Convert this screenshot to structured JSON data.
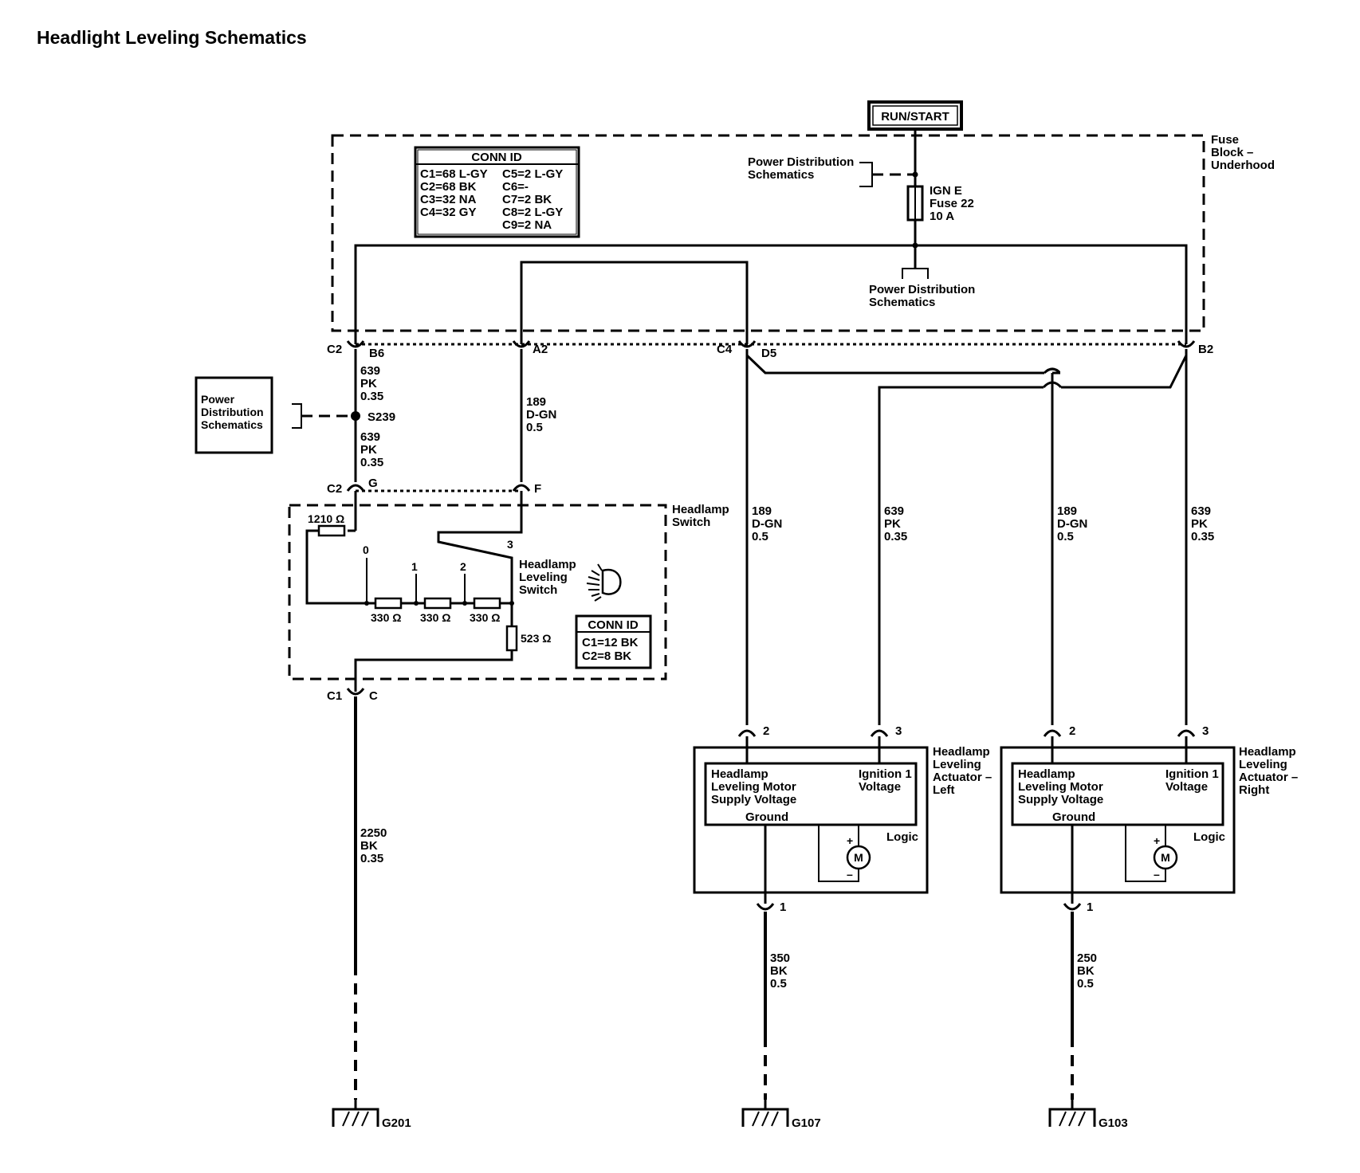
{
  "title": "Headlight Leveling Schematics",
  "run_start": "RUN/START",
  "fuse_block": {
    "line1": "Fuse",
    "line2": "Block –",
    "line3": "Underhood"
  },
  "conn_id_top": {
    "header": "CONN ID",
    "rows": [
      [
        "C1=68 L-GY",
        "C5=2 L-GY"
      ],
      [
        "C2=68 BK",
        "C6=-"
      ],
      [
        "C3=32 NA",
        "C7=2 BK"
      ],
      [
        "C4=32 GY",
        "C8=2 L-GY"
      ],
      [
        "",
        "C9=2 NA"
      ]
    ]
  },
  "power_dist_1": {
    "line1": "Power Distribution",
    "line2": "Schematics"
  },
  "power_dist_2": {
    "line1": "Power Distribution",
    "line2": "Schematics"
  },
  "power_dist_left": {
    "line1": "Power",
    "line2": "Distribution",
    "line3": "Schematics"
  },
  "fuse": {
    "line1": "IGN E",
    "line2": "Fuse 22",
    "line3": "10 A"
  },
  "connectors": {
    "c2": "C2",
    "b6": "B6",
    "a2": "A2",
    "c4": "C4",
    "d5": "D5",
    "b2": "B2",
    "c2b": "C2",
    "g": "G",
    "f": "F",
    "c1": "C1",
    "c": "C"
  },
  "splice": "S239",
  "wires": {
    "w639a": [
      "639",
      "PK",
      "0.35"
    ],
    "w639b": [
      "639",
      "PK",
      "0.35"
    ],
    "w189a": [
      "189",
      "D-GN",
      "0.5"
    ],
    "w189b": [
      "189",
      "D-GN",
      "0.5"
    ],
    "w639c": [
      "639",
      "PK",
      "0.35"
    ],
    "w189c": [
      "189",
      "D-GN",
      "0.5"
    ],
    "w639d": [
      "639",
      "PK",
      "0.35"
    ],
    "w2250": [
      "2250",
      "BK",
      "0.35"
    ],
    "w350": [
      "350",
      "BK",
      "0.5"
    ],
    "w250": [
      "250",
      "BK",
      "0.5"
    ]
  },
  "headlamp_switch": {
    "label1": "Headlamp",
    "label2": "Switch",
    "leveling1": "Headlamp",
    "leveling2": "Leveling",
    "leveling3": "Switch",
    "r1210": "1210 Ω",
    "r330a": "330 Ω",
    "r330b": "330 Ω",
    "r330c": "330 Ω",
    "r523": "523 Ω",
    "pos0": "0",
    "pos1": "1",
    "pos2": "2",
    "pos3": "3",
    "conn_header": "CONN ID",
    "conn_c1": "C1=12 BK",
    "conn_c2": "C2=8 BK"
  },
  "actuator_left": {
    "label1": "Headlamp",
    "label2": "Leveling",
    "label3": "Actuator –",
    "label4": "Left",
    "pin2": "2",
    "pin3": "3",
    "pin1": "1",
    "motor1": "Headlamp",
    "motor2": "Leveling Motor",
    "motor3": "Supply Voltage",
    "ign1": "Ignition 1",
    "ign2": "Voltage",
    "ground": "Ground",
    "logic": "Logic",
    "m": "M",
    "plus": "+",
    "minus": "–"
  },
  "actuator_right": {
    "label1": "Headlamp",
    "label2": "Leveling",
    "label3": "Actuator –",
    "label4": "Right",
    "pin2": "2",
    "pin3": "3",
    "pin1": "1",
    "motor1": "Headlamp",
    "motor2": "Leveling Motor",
    "motor3": "Supply Voltage",
    "ign1": "Ignition 1",
    "ign2": "Voltage",
    "ground": "Ground",
    "logic": "Logic",
    "m": "M",
    "plus": "+",
    "minus": "–"
  },
  "grounds": {
    "g201": "G201",
    "g107": "G107",
    "g103": "G103"
  }
}
